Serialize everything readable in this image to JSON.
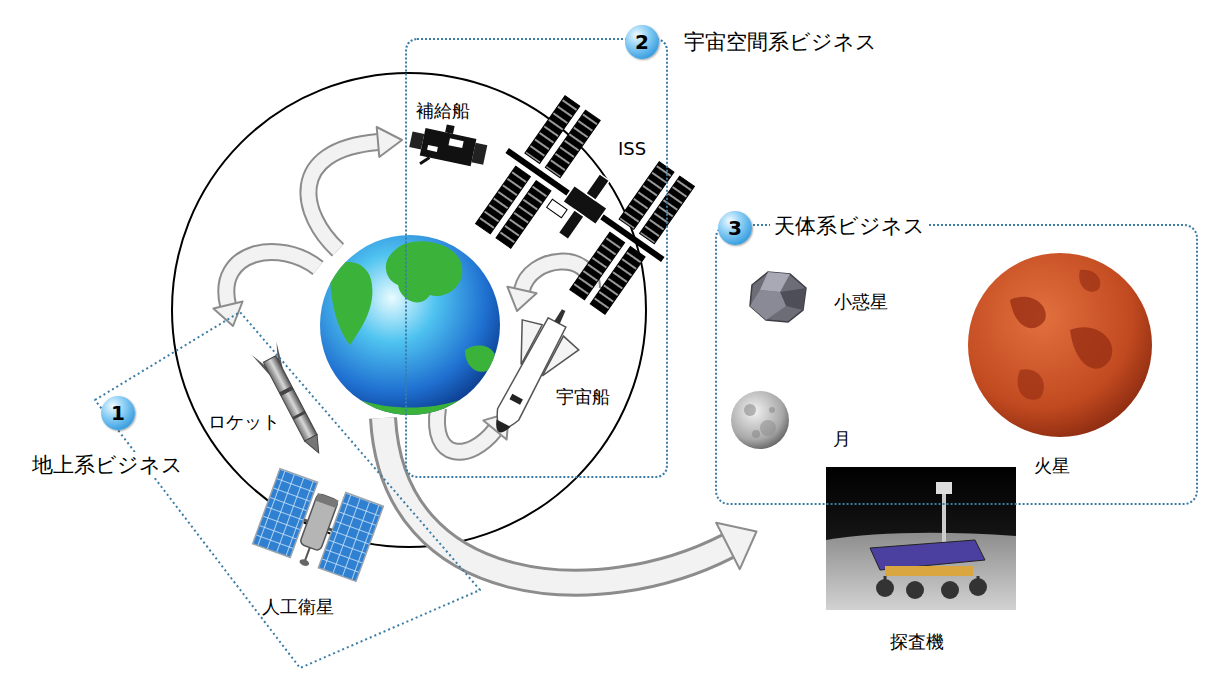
{
  "diagram": {
    "nodes": [
      {
        "text": [
          "地上系ビジネス"
        ]
      },
      {
        "text": [
          "1"
        ],
        "in": 0
      },
      {
        "text": [
          "宇宙空間系ビジネス"
        ]
      },
      {
        "text": [
          "2"
        ],
        "in": 2
      },
      {
        "text": [
          "天体系ビジネス"
        ]
      },
      {
        "text": [
          "3"
        ],
        "in": 4
      }
    ],
    "labels": [
      "補給船",
      "ISS",
      "ロケット",
      "宇宙船",
      "人工衛星",
      "小惑星",
      "月",
      "火星",
      "探査機"
    ]
  }
}
